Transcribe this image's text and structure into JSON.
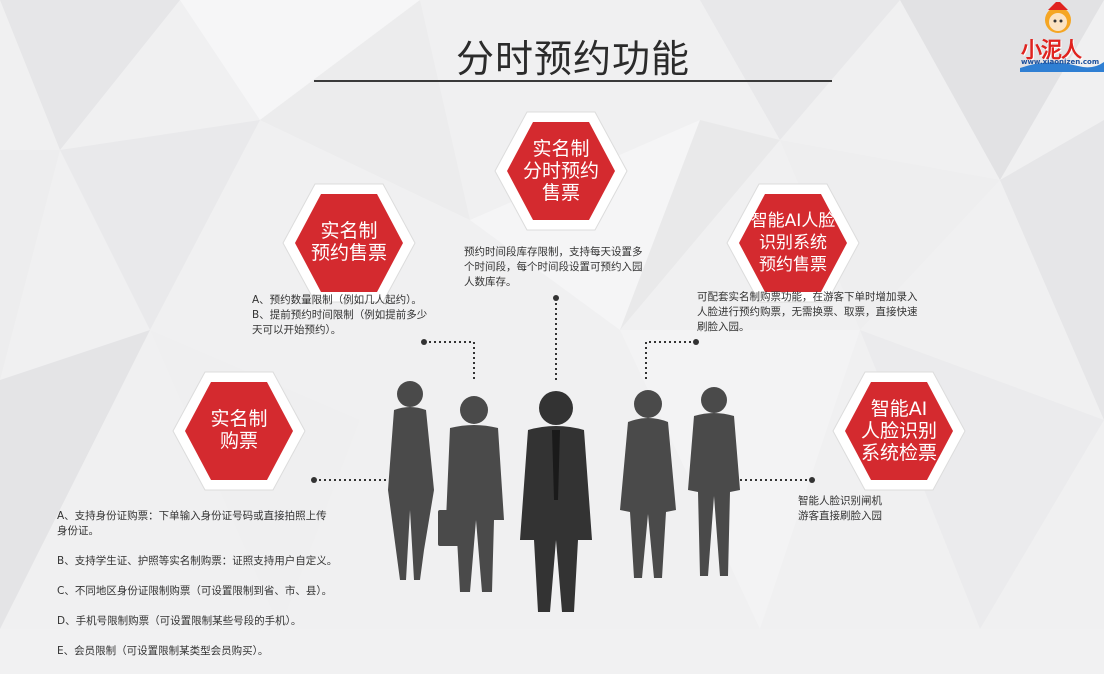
{
  "title": "分时预约功能",
  "logo": {
    "text": "小泥人",
    "url": "www.xiaonizen.com"
  },
  "colors": {
    "accent": "#d42a2f",
    "silhouette": "#4a4a4a"
  },
  "hexagons": {
    "timeslot": "实名制\n分时预约\n售票",
    "realname_presale": "实名制\n预约售票",
    "ai_presale": "智能AI人脸\n识别系统\n预约售票",
    "realname_buy": "实名制\n购票",
    "ai_checkin": "智能AI\n人脸识别\n系统检票"
  },
  "descriptions": {
    "timeslot": "预约时间段库存限制，支持每天设置多\n个时间段，每个时间段设置可预约入园\n人数库存。",
    "realname_presale": "A、预约数量限制（例如几人起约）。\nB、提前预约时间限制（例如提前多少\n天可以开始预约）。",
    "ai_presale": "可配套实名制购票功能，在游客下单时增加录入\n人脸进行预约购票，无需换票、取票，直接快速\n刷脸入园。",
    "realname_buy": [
      "A、支持身份证购票：下单输入身份证号码或直接拍照上传\n身份证。",
      "B、支持学生证、护照等实名制购票：证照支持用户自定义。",
      "C、不同地区身份证限制购票（可设置限制到省、市、县）。",
      "D、手机号限制购票（可设置限制某些号段的手机）。",
      "E、会员限制（可设置限制某类型会员购买）。"
    ],
    "ai_checkin": "智能人脸识别闸机\n游客直接刷脸入园"
  }
}
